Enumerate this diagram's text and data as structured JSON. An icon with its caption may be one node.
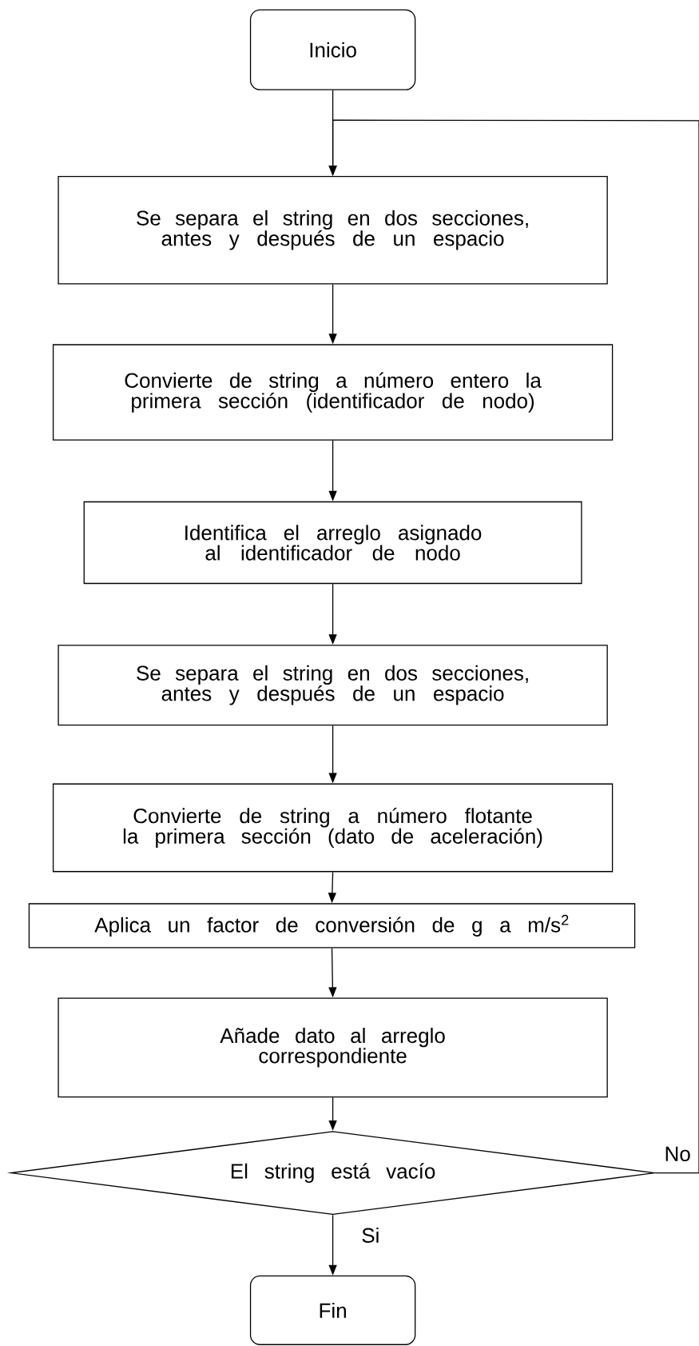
{
  "diagram": {
    "nodes": [
      {
        "text": [
          "Inicio"
        ]
      },
      {
        "text": [
          "Se separa el string en dos secciones, antes y después de un espacio"
        ]
      },
      {
        "text": [
          "Convierte de string a número entero la primera sección (identificador de nodo)"
        ]
      },
      {
        "text": [
          "Identifica el arreglo asignado al identificador de nodo"
        ]
      },
      {
        "text": [
          "Se separa el string en dos secciones, antes y después de un espacio"
        ]
      },
      {
        "text": [
          "Convierte de string a número flotante la primera sección (dato de aceleración)"
        ]
      },
      {
        "text": [
          "Aplica un factor de conversión de g a m/s$^{2}$"
        ]
      },
      {
        "text": [
          "Añade dato al arreglo correspondiente"
        ]
      },
      {
        "text": [
          "El string está vacío"
        ]
      },
      {
        "text": [
          "Fin"
        ]
      }
    ],
    "edges": [
      {
        "from": 0,
        "to": 1,
        "arrow": "to"
      },
      {
        "from": 1,
        "to": 2,
        "arrow": "to"
      },
      {
        "from": 2,
        "to": 3,
        "arrow": "to"
      },
      {
        "from": 3,
        "to": 4,
        "arrow": "to"
      },
      {
        "from": 4,
        "to": 5,
        "arrow": "to"
      },
      {
        "from": 5,
        "to": 6,
        "arrow": "to"
      },
      {
        "from": 6,
        "to": 7,
        "arrow": "to"
      },
      {
        "from": 7,
        "to": 8,
        "arrow": "to"
      },
      {
        "from": 8,
        "to": 9,
        "arrow": "to",
        "label": "Si"
      },
      {
        "from": 8,
        "to": 1,
        "arrow": "to",
        "label": "No"
      }
    ]
  }
}
